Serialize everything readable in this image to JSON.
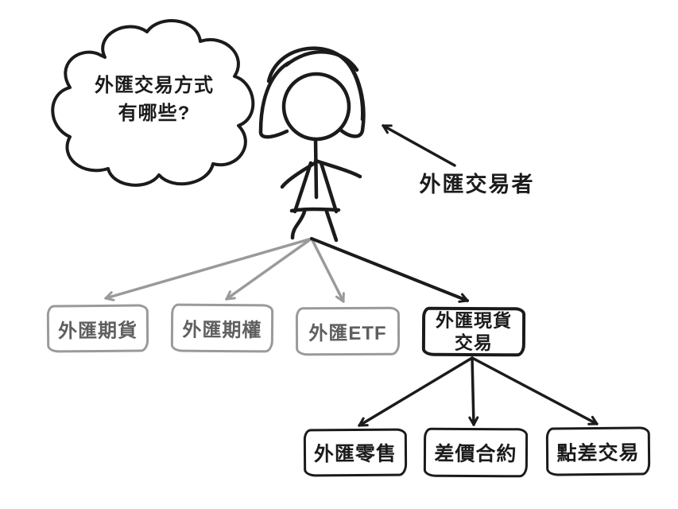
{
  "diagram": {
    "title_semantic": "forex-trading-methods-diagram",
    "thought_cloud": {
      "line1": "外匯交易方式",
      "line2": "有哪些?"
    },
    "trader_label": "外匯交易者",
    "method_boxes": [
      {
        "label": "外匯期貨",
        "emphasis": false
      },
      {
        "label": "外匯期權",
        "emphasis": false
      },
      {
        "label": "外匯ETF",
        "emphasis": false
      },
      {
        "label_line1": "外匯現貨",
        "label_line2": "交易",
        "emphasis": true
      }
    ],
    "spot_sub_boxes": [
      {
        "label": "外匯零售"
      },
      {
        "label": "差價合約"
      },
      {
        "label": "點差交易"
      }
    ]
  },
  "colors": {
    "ink": "#1b1b1b",
    "muted_border": "#9a9a9a",
    "muted_text": "#5f5f5f",
    "background": "#ffffff"
  }
}
